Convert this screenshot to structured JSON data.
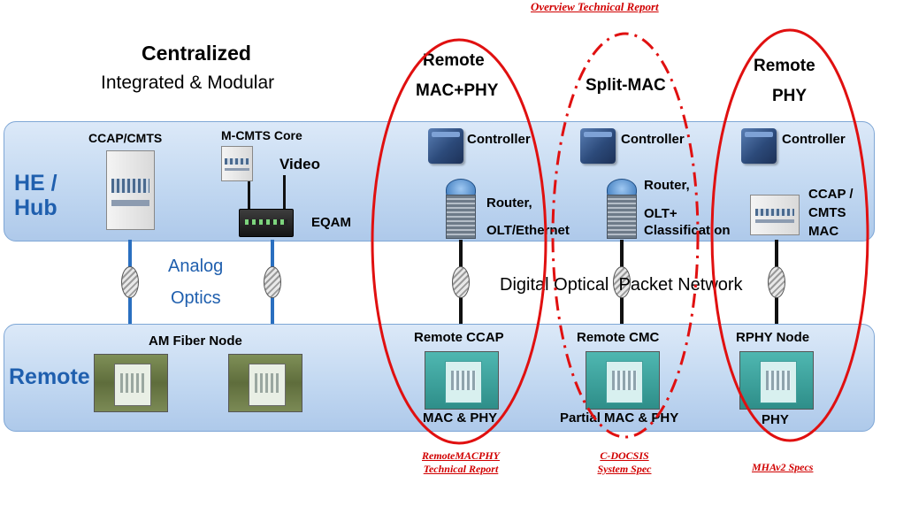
{
  "header": {
    "top_link": "Overview Technical Report",
    "centralized_title": "Centralized",
    "centralized_subtitle": "Integrated & Modular",
    "remote_macphy_title_1": "Remote",
    "remote_macphy_title_2": "MAC+PHY",
    "split_mac_title": "Split-MAC",
    "remote_phy_title_1": "Remote",
    "remote_phy_title_2": "PHY"
  },
  "he_hub": {
    "label_1": "HE /",
    "label_2": "Hub",
    "ccap_cmts": "CCAP/CMTS",
    "mcmts_core": "M-CMTS Core",
    "video": "Video",
    "eqam": "EQAM",
    "controller_1": "Controller",
    "controller_2": "Controller",
    "controller_3": "Controller",
    "router_1_line1": "Router,",
    "router_1_line2": "OLT/Ethernet",
    "router_2_line1": "Router,",
    "router_2_line2": "OLT+",
    "router_2_line3": "Classification",
    "ccap_mac_1": "CCAP /",
    "ccap_mac_2": "CMTS",
    "ccap_mac_3": "MAC"
  },
  "middle": {
    "analog_1": "Analog",
    "analog_2": "Optics",
    "digital_network": "Digital Optical  Packet Network"
  },
  "remote": {
    "label": "Remote",
    "am_fiber_node": "AM Fiber Node",
    "remote_ccap": "Remote CCAP",
    "remote_ccap_sub": "MAC & PHY",
    "remote_cmc": "Remote CMC",
    "remote_cmc_sub": "Partial MAC & PHY",
    "rphy_node": "RPHY Node",
    "rphy_sub": "PHY"
  },
  "footer_links": {
    "remote_macphy_1": "RemoteMACPHY",
    "remote_macphy_2": "Technical Report",
    "cdocsis_1": "C-DOCSIS",
    "cdocsis_2": "System Spec",
    "mhav2": "MHAv2 Specs"
  },
  "colors": {
    "band_label": "#1f5fae",
    "oval_stroke": "#e01010",
    "link_text": "#d10000"
  }
}
